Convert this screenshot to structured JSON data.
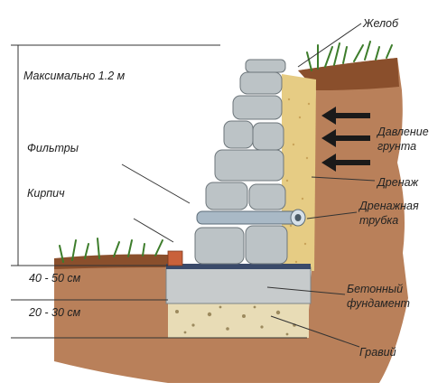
{
  "labels": {
    "max_height": "Максимально 1.2 м",
    "filters": "Фильтры",
    "brick": "Кирпич",
    "depth_top": "40 - 50 см",
    "depth_bottom": "20 - 30 см",
    "gutter": "Желоб",
    "soil_pressure_line1": "Давление",
    "soil_pressure_line2": "грунта",
    "drainage": "Дренаж",
    "drain_pipe_line1": "Дренажная",
    "drain_pipe_line2": "трубка",
    "foundation_line1": "Бетонный",
    "foundation_line2": "фундамент",
    "gravel": "Гравий"
  },
  "colors": {
    "soil": "#b9805a",
    "soil_dark": "#8a4f2c",
    "stone": "#bcc3c6",
    "sand": "#e6cc84",
    "concrete": "#c7cbcc",
    "gravel": "#e8dcb6",
    "grass": "#3d7d2b",
    "arrow": "#1a1a1a",
    "pipe": "#a9b9c6"
  },
  "icons": {
    "pressure_arrow": "arrow-left-icon"
  }
}
